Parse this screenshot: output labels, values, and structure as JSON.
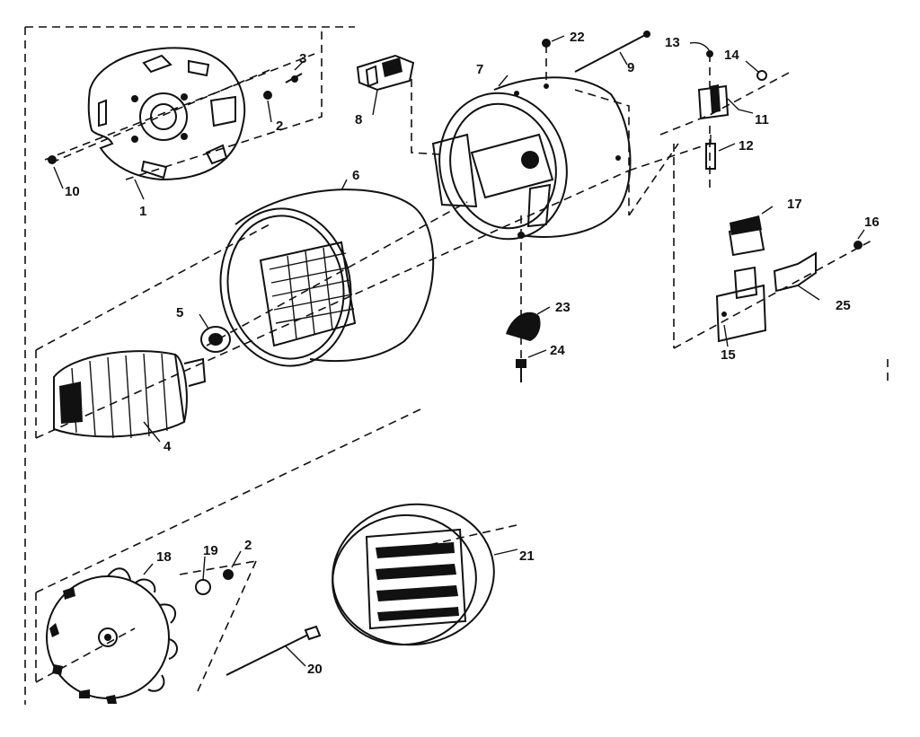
{
  "labels": {
    "l1": "1",
    "l2a": "2",
    "l2b": "2",
    "l3": "3",
    "l4": "4",
    "l5": "5",
    "l6": "6",
    "l7": "7",
    "l8": "8",
    "l9": "9",
    "l10": "10",
    "l11": "11",
    "l12": "12",
    "l13": "13",
    "l14": "14",
    "l15": "15",
    "l16": "16",
    "l17": "17",
    "l18": "18",
    "l19": "19",
    "l20": "20",
    "l21": "21",
    "l22": "22",
    "l23": "23",
    "l24": "24",
    "l25": "25"
  }
}
